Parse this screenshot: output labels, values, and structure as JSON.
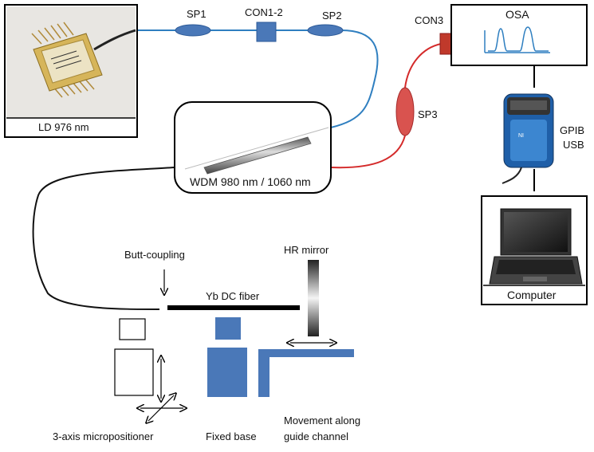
{
  "labels": {
    "ld": "LD 976 nm",
    "sp1": "SP1",
    "con12": "CON1-2",
    "sp2": "SP2",
    "con3": "CON3",
    "osa": "OSA",
    "sp3": "SP3",
    "gpib": "GPIB",
    "usb": "USB",
    "computer": "Computer",
    "wdm": "WDM 980 nm / 1060 nm",
    "butt_coupling": "Butt-coupling",
    "yb_fiber": "Yb DC fiber",
    "hr_mirror": "HR mirror",
    "micropositioner": "3-axis micropositioner",
    "fixed_base": "Fixed base",
    "movement_line1": "Movement along",
    "movement_line2": "guide channel"
  },
  "colors": {
    "blue_fiber": "#2f7fc0",
    "red_fiber": "#d42a2a",
    "component_blue": "#4a78b8",
    "connector_red": "#c0392b",
    "sp3_red": "#d9534f",
    "black_fiber": "#111111"
  },
  "icons": {
    "laser_diode": "laser-diode-photo",
    "osa_trace": "spectrum-trace-icon",
    "gpib_adapter": "gpib-usb-adapter-icon",
    "laptop": "laptop-icon"
  }
}
